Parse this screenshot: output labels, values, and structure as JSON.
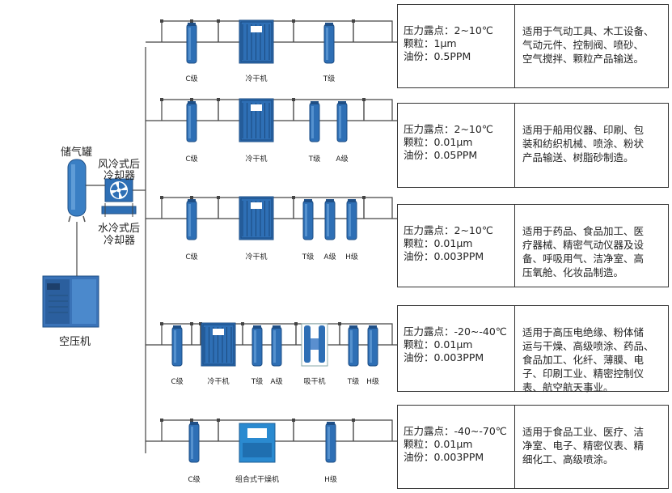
{
  "left": {
    "tank_label": "储气罐",
    "air_cooler_label_1": "风冷式后",
    "air_cooler_label_2": "冷却器",
    "water_cooler_label_1": "水冷式后",
    "water_cooler_label_2": "冷却器",
    "compressor_label": "空压机"
  },
  "rows": [
    {
      "equipment": [
        "C级",
        "冷干机",
        "T级"
      ],
      "spec": [
        "压力露点：2~10℃",
        "颗粒：1μm",
        "油份：0.5PPM"
      ],
      "app": [
        "适用于气动工具、木工设备、",
        "气动元件、控制阀、喷砂、",
        "空气搅拌、颗粒产品输送。"
      ]
    },
    {
      "equipment": [
        "C级",
        "冷干机",
        "T级",
        "A级"
      ],
      "spec": [
        "压力露点：2~10℃",
        "颗粒：0.01μm",
        "油份：0.05PPM"
      ],
      "app": [
        "适用于船用仪器、印刷、包",
        "装和纺织机械、喷涂、粉状",
        "产品输送、树脂砂制造。"
      ]
    },
    {
      "equipment": [
        "C级",
        "冷干机",
        "T级",
        "A级",
        "H级"
      ],
      "spec": [
        "压力露点：2~10℃",
        "颗粒：0.01μm",
        "油份：0.003PPM"
      ],
      "app": [
        "适用于药品、食品加工、医",
        "疗器械、精密气动仪器及设",
        "备、呼吸用气、洁净室、高",
        "压氧舱、化妆品制造。"
      ]
    },
    {
      "equipment": [
        "C级",
        "冷干机",
        "T级",
        "A级",
        "吸干机",
        "T级",
        "H级"
      ],
      "spec": [
        "压力露点：-20~-40℃",
        "颗粒：0.01μm",
        "油份：0.003PPM"
      ],
      "app": [
        "适用于高压电绝缘、粉体储",
        "运与干燥、高级喷涂、药品、",
        "食品加工、化纤、薄膜、电",
        "子、印刷工业、精密控制仪",
        "表、航空航天事业。"
      ]
    },
    {
      "equipment": [
        "C级",
        "组合式干燥机",
        "H级"
      ],
      "spec": [
        "压力露点：-40~-70℃",
        "颗粒：0.01μm",
        "油份：0.003PPM"
      ],
      "app": [
        "适用于食品工业、医疗、洁",
        "净室、电子、精密仪表、精",
        "细化工、高级喷涂。"
      ]
    }
  ],
  "colors": {
    "equipment_blue": "#2e6fb5",
    "line": "#444444"
  }
}
